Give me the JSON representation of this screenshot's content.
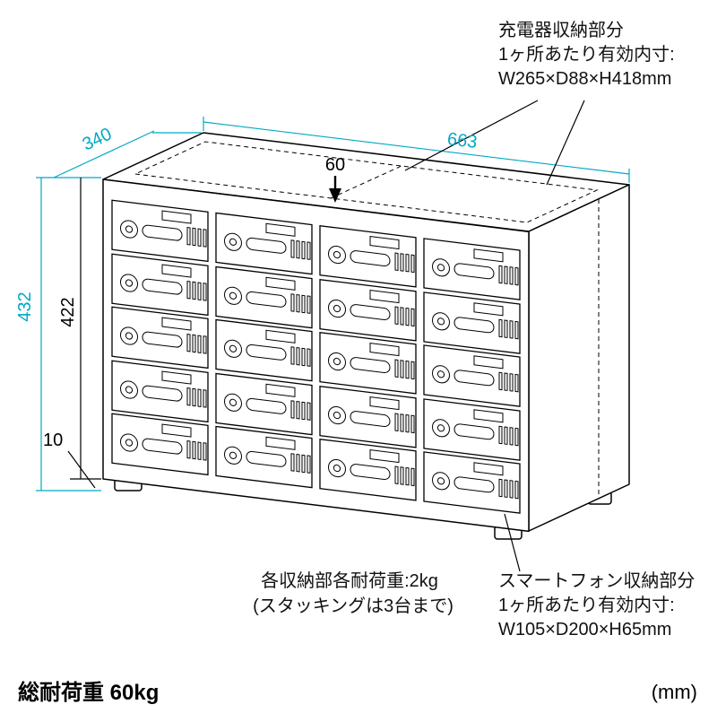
{
  "colors": {
    "dimension_accent": "#00a9c4",
    "line": "#000000",
    "background": "#ffffff"
  },
  "dims": {
    "width": "663",
    "depth": "340",
    "total_height": "432",
    "body_height": "422",
    "foot_height": "10",
    "center_gap": "60"
  },
  "notes": {
    "charger_title": "充電器収納部分",
    "charger_line2": "1ヶ所あたり有効内寸:",
    "charger_line3": "W265×D88×H418mm",
    "shelf_load_line1": "各収納部各耐荷重:2kg",
    "shelf_load_line2": "(スタッキングは3台まで)",
    "phone_title": "スマートフォン収納部分",
    "phone_line2": "1ヶ所あたり有効内寸:",
    "phone_line3": "W105×D200×H65mm"
  },
  "footer": {
    "total_load": "総耐荷重 60kg",
    "unit": "(mm)"
  },
  "cabinet": {
    "columns": 4,
    "rows": 5,
    "compartments": 20
  }
}
